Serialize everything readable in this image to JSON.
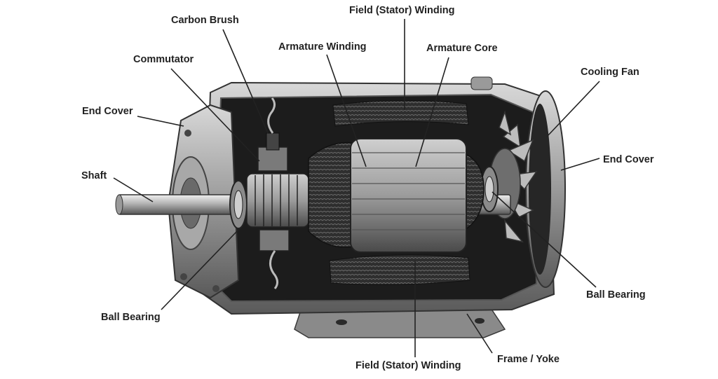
{
  "labels": {
    "carbon_brush": "Carbon Brush",
    "field_winding_top": "Field (Stator) Winding",
    "commutator": "Commutator",
    "armature_winding": "Armature Winding",
    "armature_core": "Armature Core",
    "cooling_fan": "Cooling Fan",
    "end_cover_left": "End Cover",
    "end_cover_right": "End Cover",
    "shaft": "Shaft",
    "ball_bearing_left": "Ball Bearing",
    "ball_bearing_right": "Ball Bearing",
    "frame_yoke": "Frame / Yoke",
    "field_winding_bottom": "Field (Stator) Winding"
  }
}
